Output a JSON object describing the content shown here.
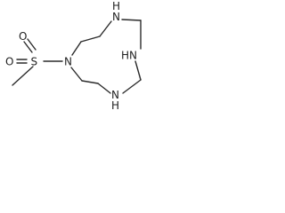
{
  "molecule": {
    "atoms": {
      "sulfur": "S",
      "oxygen_upper": "O",
      "oxygen_lower": "O",
      "nitrogen_sulfonyl": "N",
      "nitrogen_top": "N",
      "nitrogen_right": "N",
      "nitrogen_bottom": "N",
      "hydrogen_top": "H",
      "hydrogen_right": "H",
      "hydrogen_bottom": "H"
    }
  }
}
